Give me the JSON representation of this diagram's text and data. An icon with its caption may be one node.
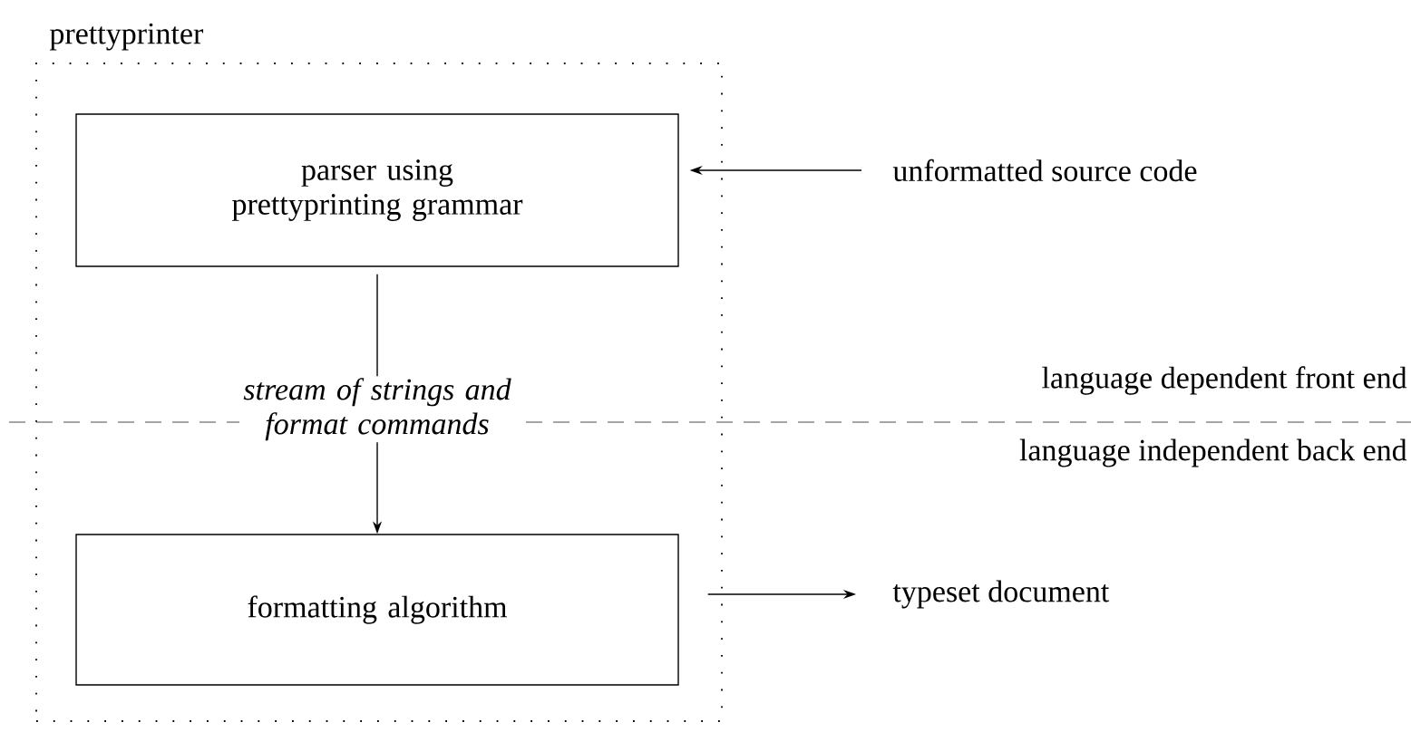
{
  "diagram": {
    "nodes": [
      {
        "text": [
          "prettyprinter"
        ]
      },
      {
        "text": [
          "parser using prettyprinting grammar"
        ],
        "in": 0
      },
      {
        "text": [
          "formatting algorithm"
        ],
        "in": 0
      },
      {
        "text": [
          "unformatted source code"
        ]
      },
      {
        "text": [
          "typeset document"
        ]
      }
    ],
    "edges": [
      {
        "from": 3,
        "to": 1,
        "arrow": "to"
      },
      {
        "from": 1,
        "to": 2,
        "arrow": "to",
        "label": "stream of strings and format commands"
      },
      {
        "from": 2,
        "to": 4,
        "arrow": "to"
      }
    ],
    "labels": [
      "language dependent front end",
      "language independent back end"
    ]
  }
}
